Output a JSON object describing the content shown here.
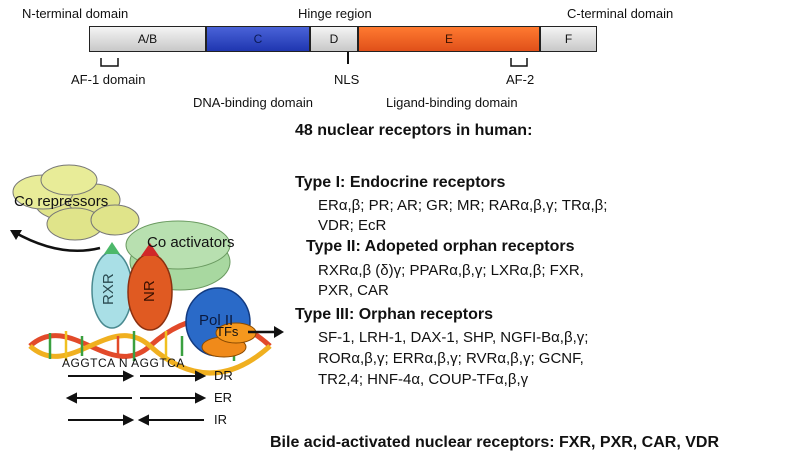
{
  "domain_bar": {
    "n_terminal": "N-terminal domain",
    "hinge": "Hinge region",
    "c_terminal": "C-terminal domain",
    "segments": {
      "ab": "A/B",
      "c": "C",
      "d": "D",
      "e": "E",
      "f": "F"
    },
    "af1": "AF-1 domain",
    "nls": "NLS",
    "af2": "AF-2",
    "dbd": "DNA-binding domain",
    "lbd": "Ligand-binding domain"
  },
  "illustration": {
    "corepressors": "Co repressors",
    "coactivators": "Co activators",
    "rxr": "RXR",
    "nr": "NR",
    "pol2": "Pol II",
    "tfs": "TFs",
    "sequence": "AGGTCA N AGGTCA",
    "dr": "DR",
    "er": "ER",
    "ir": "IR"
  },
  "text": {
    "summary": "48 nuclear receptors in human:",
    "type1_title": "Type I: Endocrine receptors",
    "type1_line1": "ERα,β; PR; AR; GR; MR; RARα,β,γ; TRα,β;",
    "type1_line2": "VDR; EcR",
    "type2_title": "Type II: Adopeted orphan receptors",
    "type2_line1": "RXRα,β (δ)γ; PPARα,β,γ; LXRα,β; FXR,",
    "type2_line2": "PXR, CAR",
    "type3_title": "Type III: Orphan receptors",
    "type3_line1": "SF-1, LRH-1, DAX-1, SHP, NGFI-Bα,β,γ;",
    "type3_line2": "RORα,β,γ; ERRα,β,γ; RVRα,β,γ; GCNF,",
    "type3_line3": "TR2,4; HNF-4α, COUP-TFα,β,γ",
    "footer": "Bile acid-activated nuclear receptors: FXR, PXR, CAR, VDR"
  },
  "colors": {
    "dna_binding": "#2a44c8",
    "ligand_binding": "#f06a28",
    "receptor_green": "#d8e89a",
    "coactivator_green": "#a8d8a0"
  }
}
